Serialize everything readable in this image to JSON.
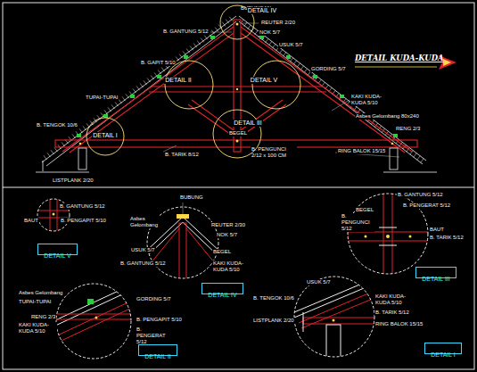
{
  "diagram": {
    "title": "DETAIL KUDA-KUDA",
    "nodes": [
      {
        "text": [
          "DETAIL IV"
        ]
      },
      {
        "text": [
          "DETAIL II"
        ]
      },
      {
        "text": [
          "DETAIL V"
        ]
      },
      {
        "text": [
          "DETAIL I"
        ]
      },
      {
        "text": [
          "DETAIL III"
        ]
      },
      {
        "text": [
          "DETAIL V"
        ]
      },
      {
        "text": [
          "DETAIL IV"
        ]
      },
      {
        "text": [
          "DETAIL III"
        ]
      },
      {
        "text": [
          "DETAIL II"
        ]
      },
      {
        "text": [
          "DETAIL I"
        ]
      }
    ],
    "labels": [
      "BUBUNGAN",
      "B. GANTUNG 5/12",
      "REUTER 2/20",
      "NOK 5/7",
      "USUK 5/7",
      "B. GAPIT 5/10",
      "GORDING 5/7",
      "TUPAI-TUPAI",
      "KAKI KUDA-KUDA 5/10",
      "Asbes Gelombang 80x240",
      "RENG 2/3",
      "B. TENGOK 10/6",
      "BEGEL",
      "B. PENGUNCI 2/12 x 100 CM",
      "RING BALOK 15/15",
      "B. TARIK 8/12",
      "LISTPLANK 2/20",
      "B. GANTUNG 5/12",
      "BAUT",
      "B. PENGAPIT 5/10",
      "BUBUNG",
      "Asbes Gelombang",
      "REUTER 2/30",
      "NOK 5/7",
      "USUK 5/7",
      "BEGEL",
      "B. GANTUNG 5/12",
      "KAKI KUDA-KUDA 5/10",
      "BEGEL",
      "B. PENGUNCI 5/12",
      "B. GANTUNG 5/12",
      "B. PENGERAT 5/12",
      "BAUT",
      "B. TARIK 5/12",
      "Asbes Gelombang",
      "TUPAI-TUPAI",
      "RENG 2/3",
      "KAKI KUDA-KUDA 5/10",
      "GORDING 5/7",
      "B. PENGAPIT 5/10",
      "B. PENGERAT 5/12",
      "USUK 5/7",
      "B. TENGOK 10/6",
      "KAKI KUDA-KUDA 5/10",
      "B. TARIK 5/12",
      "LISTPLANK 2/20",
      "RING BALOK 15/15"
    ]
  }
}
